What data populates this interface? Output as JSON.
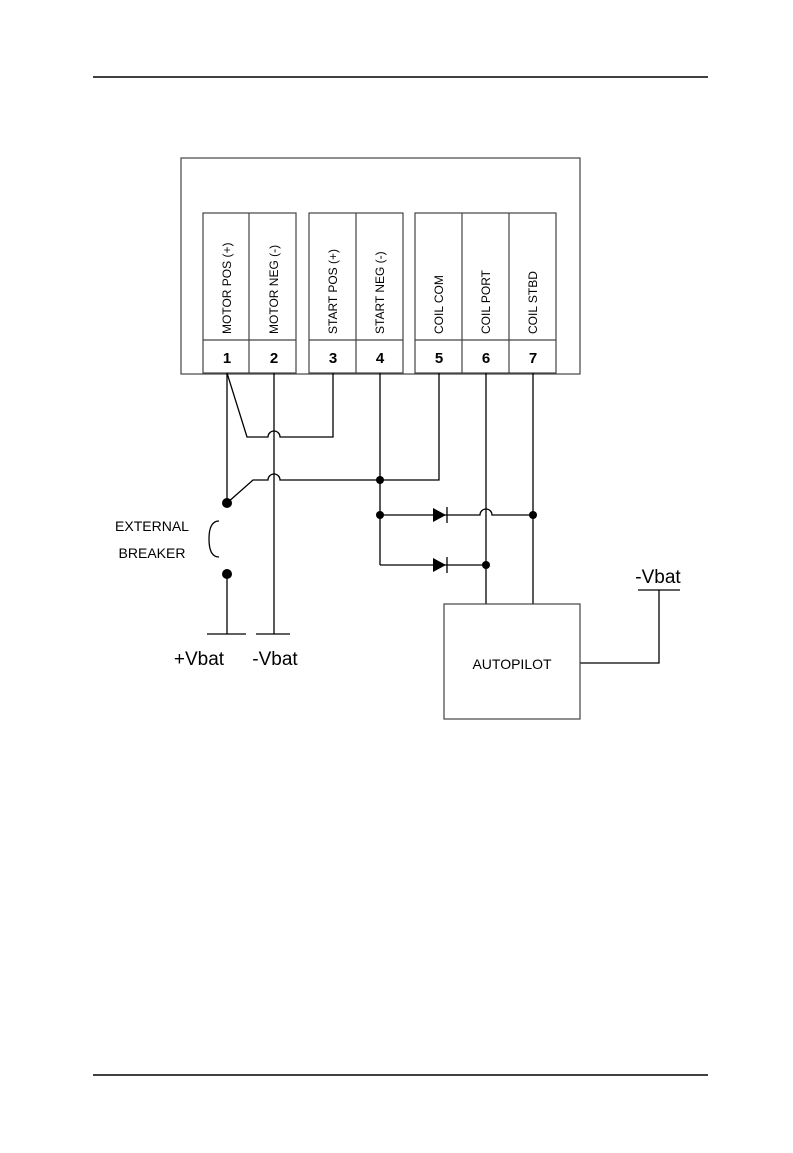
{
  "terminals": [
    {
      "num": "1",
      "label": "MOTOR POS (+)"
    },
    {
      "num": "2",
      "label": "MOTOR NEG (-)"
    },
    {
      "num": "3",
      "label": "START POS (+)"
    },
    {
      "num": "4",
      "label": "START NEG (-)"
    },
    {
      "num": "5",
      "label": "COIL COM"
    },
    {
      "num": "6",
      "label": "COIL PORT"
    },
    {
      "num": "7",
      "label": "COIL STBD"
    }
  ],
  "breaker": {
    "line1": "EXTERNAL",
    "line2": "BREAKER"
  },
  "supply": {
    "pos": "+Vbat",
    "neg": "-Vbat"
  },
  "autopilot": {
    "label": "AUTOPILOT",
    "ground": "-Vbat"
  }
}
